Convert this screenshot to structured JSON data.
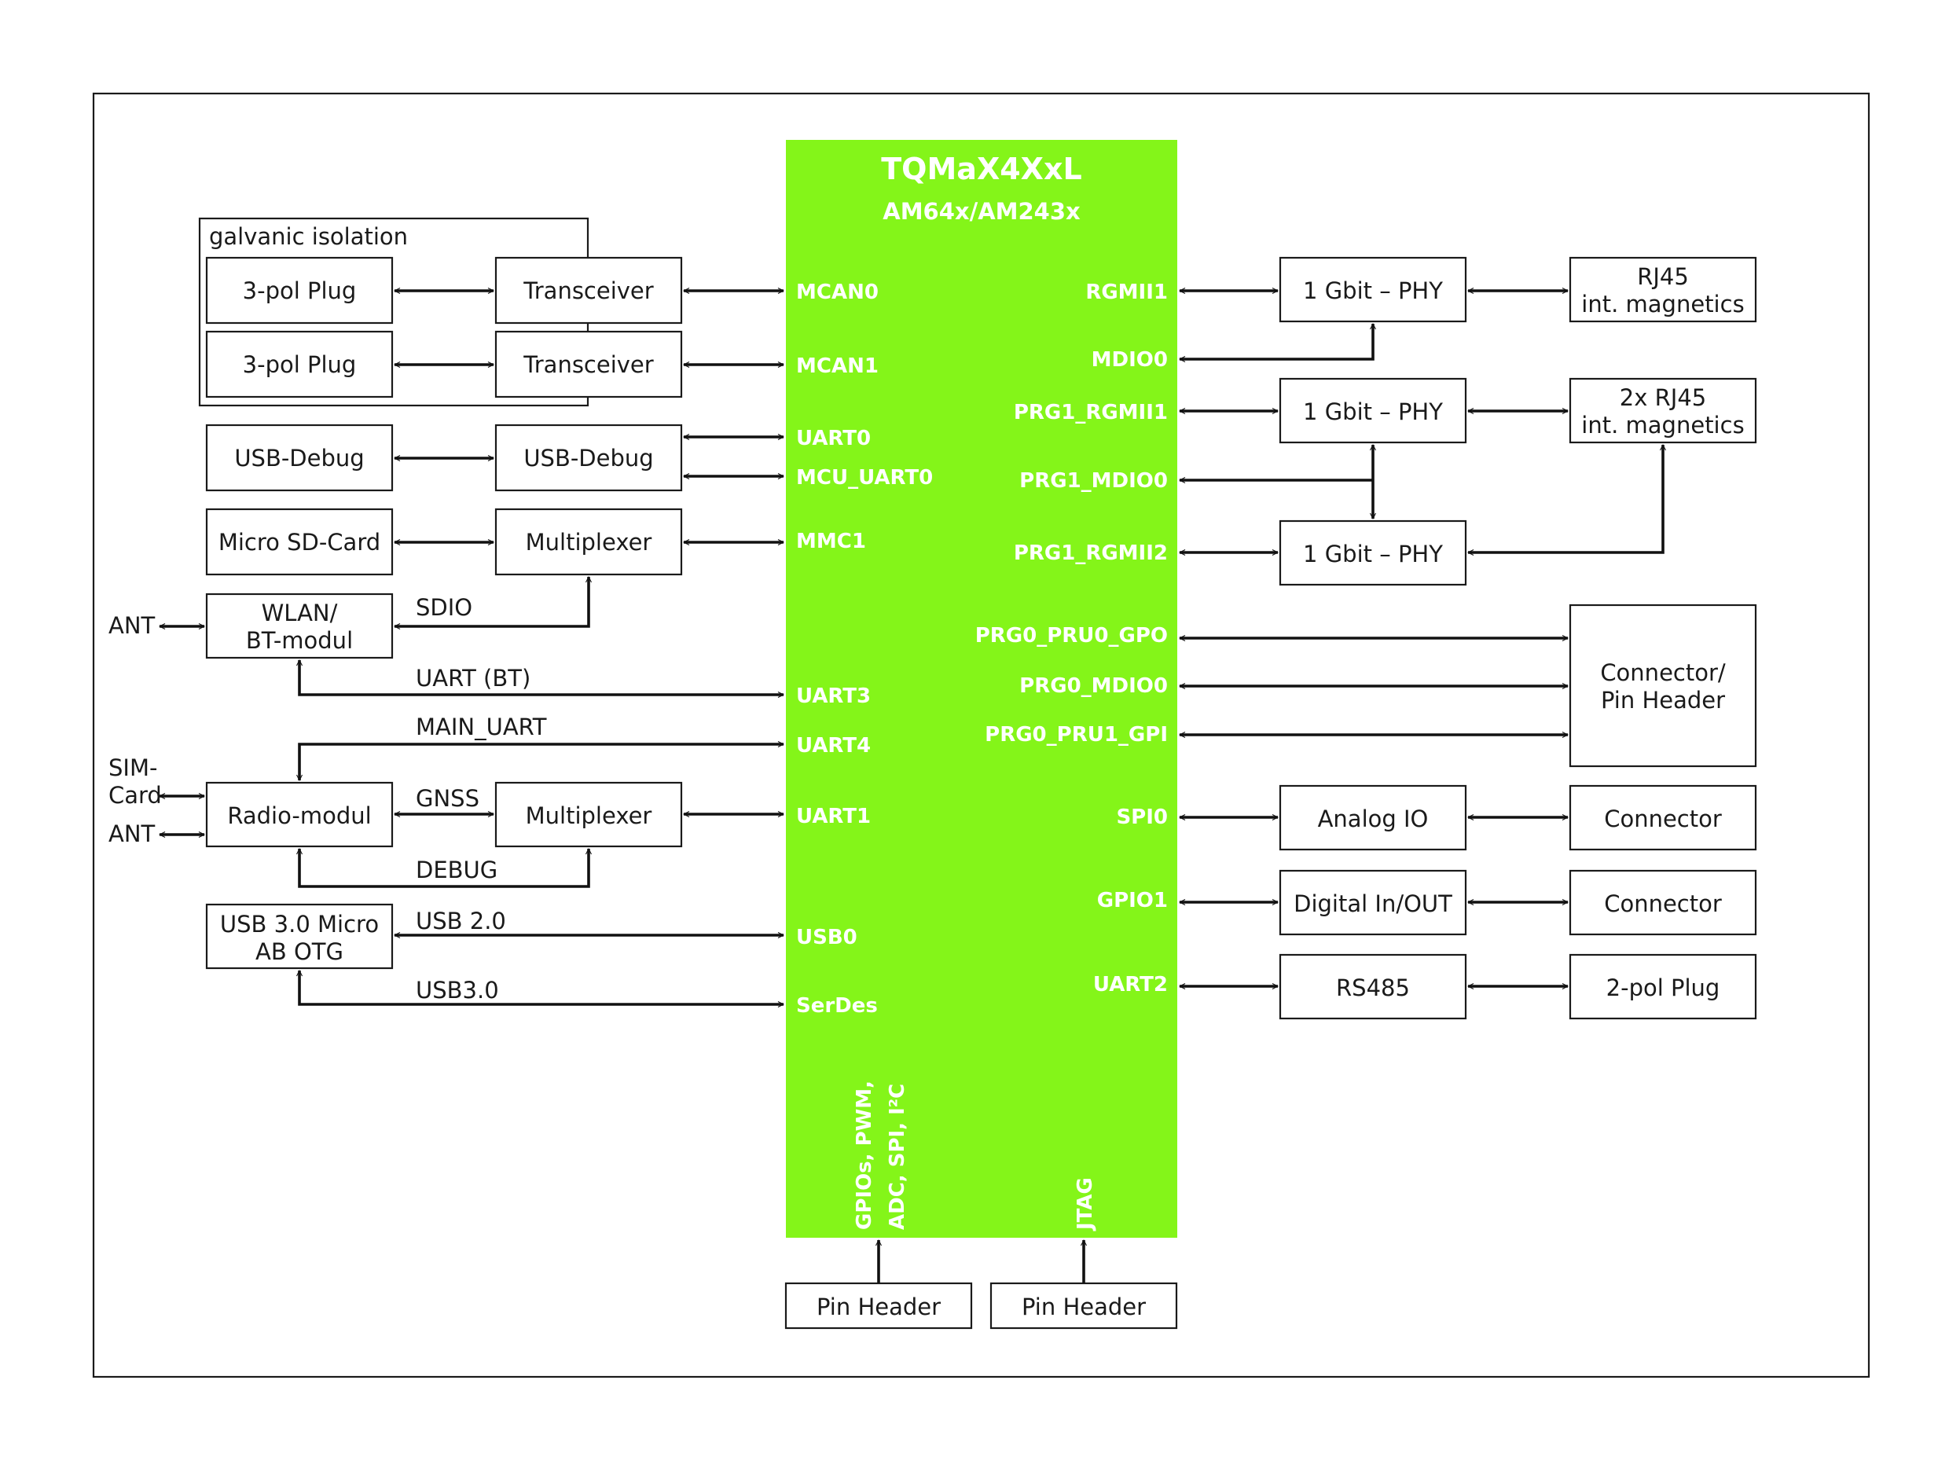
{
  "colors": {
    "soc": "#84f519",
    "line": "#111111",
    "box_border": "#1a1a1a",
    "text": "#1a1a1a",
    "soc_text": "#ffffff"
  },
  "soc": {
    "title": "TQMaX4XxL",
    "subtitle": "AM64x/AM243x"
  },
  "group": {
    "label": "galvanic isolation"
  },
  "ports_left": {
    "mcan0": "MCAN0",
    "mcan1": "MCAN1",
    "uart0": "UART0",
    "mcu_uart0": "MCU_UART0",
    "mmc1": "MMC1",
    "uart3": "UART3",
    "uart4": "UART4",
    "uart1": "UART1",
    "usb0": "USB0",
    "serdes": "SerDes"
  },
  "ports_right": {
    "rgmii1": "RGMII1",
    "mdio0": "MDIO0",
    "prg1_rgmii1": "PRG1_RGMII1",
    "prg1_mdio0": "PRG1_MDIO0",
    "prg1_rgmii2": "PRG1_RGMII2",
    "prg0_pru0_gpo": "PRG0_PRU0_GPO",
    "prg0_mdio0": "PRG0_MDIO0",
    "prg0_pru1_gpi": "PRG0_PRU1_GPI",
    "spi0": "SPI0",
    "gpio1": "GPIO1",
    "uart2": "UART2"
  },
  "ports_bottom": {
    "misc_line1": "GPIOs, PWM,",
    "misc_line2": "ADC, SPI, I²C",
    "jtag": "JTAG"
  },
  "left_blocks": {
    "plug_1": "3-pol Plug",
    "plug_2": "3-pol Plug",
    "transceiver_1": "Transceiver",
    "transceiver_2": "Transceiver",
    "usb_debug_1": "USB-Debug",
    "usb_debug_2": "USB-Debug",
    "micro_sd": "Micro SD-Card",
    "mux_1": "Multiplexer",
    "wlan_line1": "WLAN/",
    "wlan_line2": "BT-modul",
    "radio": "Radio-modul",
    "mux_2": "Multiplexer",
    "usb3_line1": "USB 3.0 Micro",
    "usb3_line2": "AB OTG"
  },
  "right_blocks": {
    "phy_1": "1 Gbit – PHY",
    "phy_2": "1 Gbit – PHY",
    "phy_3": "1 Gbit – PHY",
    "rj45_line1": "RJ45",
    "rj45_line2": "int. magnetics",
    "rj45x2_line1": "2x RJ45",
    "rj45x2_line2": "int. magnetics",
    "conn_pin_line1": "Connector/",
    "conn_pin_line2": "Pin Header",
    "analog_io": "Analog IO",
    "connector_1": "Connector",
    "digital_io": "Digital In/OUT",
    "connector_2": "Connector",
    "rs485": "RS485",
    "plug_2pol": "2-pol Plug"
  },
  "bottom_blocks": {
    "pin_header_1": "Pin Header",
    "pin_header_2": "Pin Header"
  },
  "signal_labels": {
    "ant_1": "ANT",
    "sdio": "SDIO",
    "uart_bt": "UART (BT)",
    "main_uart": "MAIN_UART",
    "sim_line1": "SIM-",
    "sim_line2": "Card",
    "ant_2": "ANT",
    "gnss": "GNSS",
    "debug": "DEBUG",
    "usb20": "USB 2.0",
    "usb30": "USB3.0"
  }
}
